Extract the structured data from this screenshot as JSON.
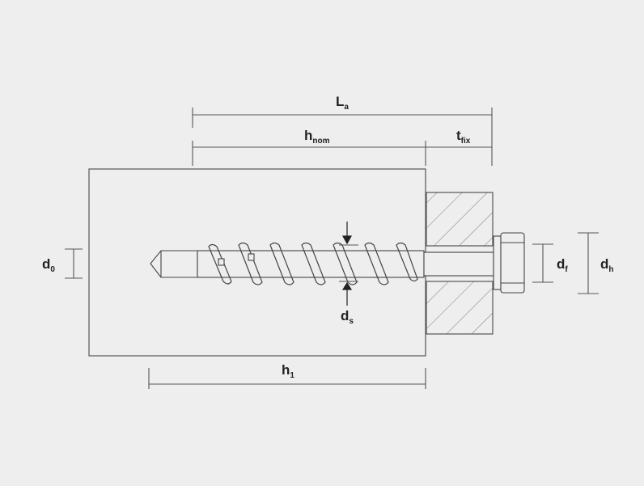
{
  "labels": {
    "La": {
      "main": "L",
      "sub": "a"
    },
    "hnom": {
      "main": "h",
      "sub": "nom"
    },
    "tfix": {
      "main": "t",
      "sub": "fix"
    },
    "d0": {
      "main": "d",
      "sub": "0"
    },
    "df": {
      "main": "d",
      "sub": "f"
    },
    "dh": {
      "main": "d",
      "sub": "h"
    },
    "ds": {
      "main": "d",
      "sub": "s"
    },
    "h1": {
      "main": "h",
      "sub": "1"
    }
  },
  "colors": {
    "background": "#eeeeee",
    "line": "#555555",
    "text": "#222222"
  }
}
